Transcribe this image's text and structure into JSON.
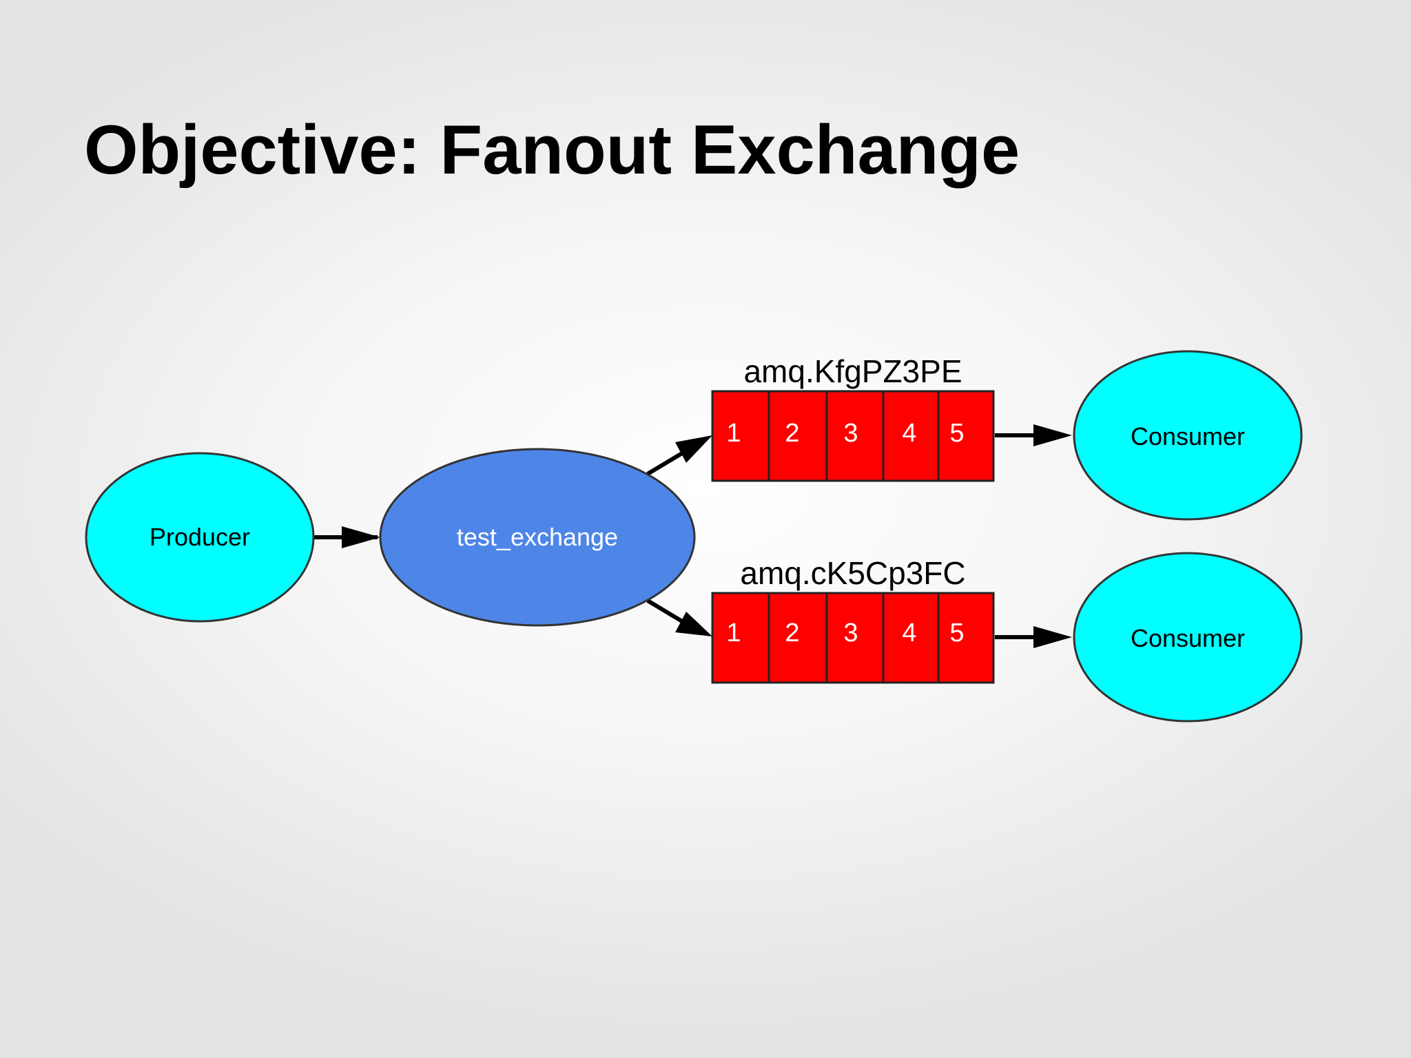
{
  "title": "Objective: Fanout Exchange",
  "colors": {
    "client_node": "#00ffff",
    "exchange_node": "#4e86e8",
    "queue_cell": "#ff0000",
    "outline": "#333333",
    "edge": "#000000"
  },
  "diagram": {
    "producer": {
      "label": "Producer"
    },
    "exchange": {
      "label": "test_exchange"
    },
    "queues": [
      {
        "name": "amq.KfgPZ3PE",
        "messages": [
          "1",
          "2",
          "3",
          "4",
          "5"
        ]
      },
      {
        "name": "amq.cK5Cp3FC",
        "messages": [
          "1",
          "2",
          "3",
          "4",
          "5"
        ]
      }
    ],
    "consumers": [
      {
        "label": "Consumer"
      },
      {
        "label": "Consumer"
      }
    ],
    "edges": [
      {
        "from": "Producer",
        "to": "test_exchange"
      },
      {
        "from": "test_exchange",
        "to": "amq.KfgPZ3PE"
      },
      {
        "from": "test_exchange",
        "to": "amq.cK5Cp3FC"
      },
      {
        "from": "amq.KfgPZ3PE",
        "to": "Consumer"
      },
      {
        "from": "amq.cK5Cp3FC",
        "to": "Consumer"
      }
    ]
  }
}
